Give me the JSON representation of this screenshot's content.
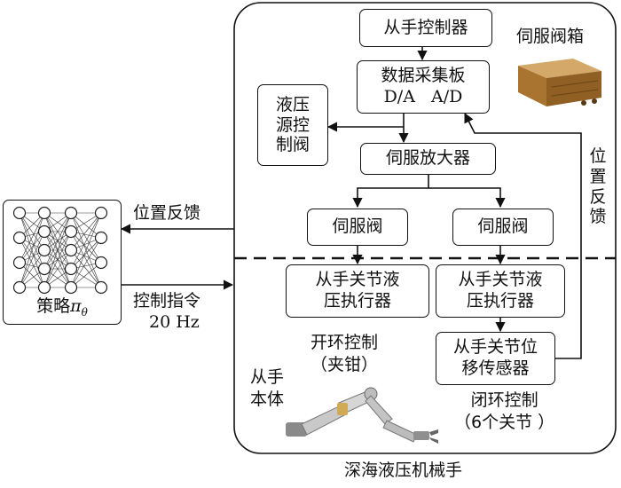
{
  "system": {
    "outer_label": "深海液压机械手",
    "master_controller": "从手控制器",
    "daq_board": {
      "title": "数据采集板",
      "ports": "D/A   A/D"
    },
    "servo_valve_box_label": "伺服阀箱",
    "hydraulic_source_valve": [
      "液压",
      "源控",
      "制阀"
    ],
    "servo_amplifier": "伺服放大器",
    "servo_valve_left": "伺服阀",
    "servo_valve_right": "伺服阀",
    "actuator_left": [
      "从手关节液",
      "压执行器"
    ],
    "actuator_right": [
      "从手关节液",
      "压执行器"
    ],
    "sensor": [
      "从手关节位",
      "移传感器"
    ],
    "open_loop": [
      "开环控制",
      "（夹钳）"
    ],
    "closed_loop": [
      "闭环控制",
      "（6个关节 ）"
    ],
    "arm_body_label": [
      "从手",
      "本体"
    ],
    "position_feedback_vertical": [
      "位",
      "置",
      "反",
      "馈"
    ]
  },
  "policy": {
    "label": "策略",
    "symbol": "π",
    "subscript": "θ"
  },
  "links": {
    "position_feedback": "位置反馈",
    "control_command": "控制指令",
    "frequency": "20 Hz"
  },
  "colors": {
    "line": "#111111",
    "brass": "#b8843a",
    "arm_metal": "#c9c9c9"
  }
}
